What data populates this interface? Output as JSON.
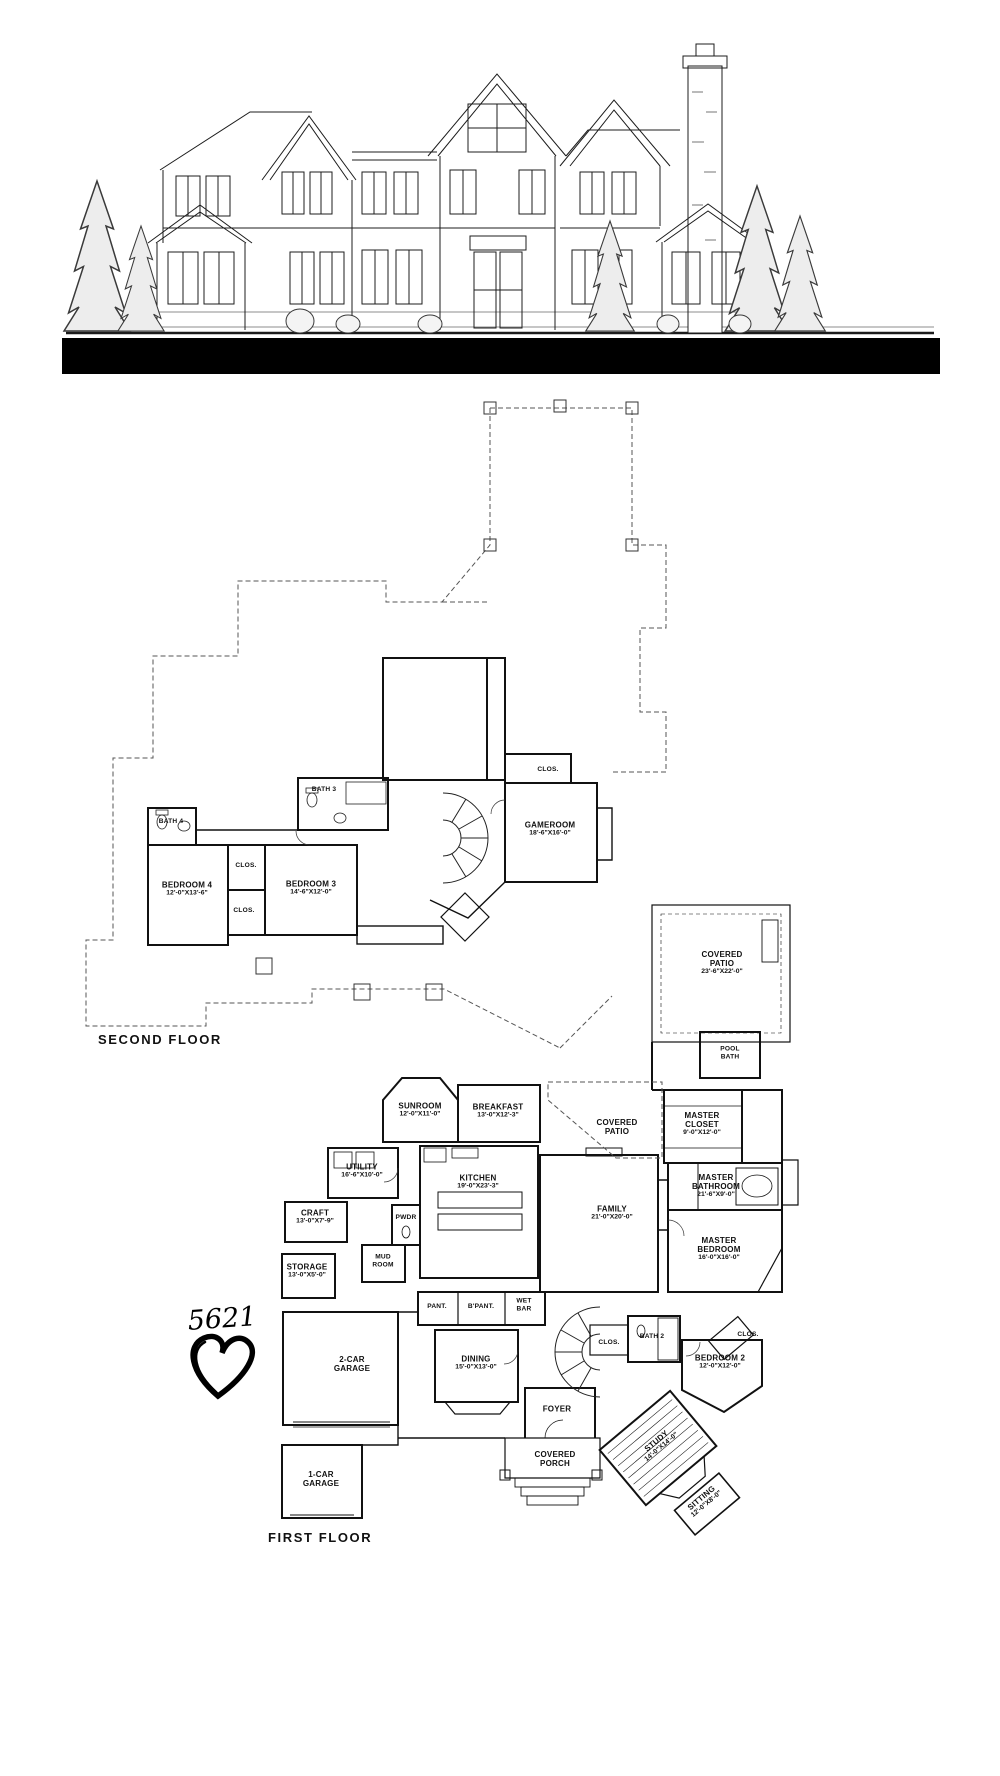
{
  "plan_number": "5621",
  "second_floor": {
    "label": "SECOND FLOOR",
    "rooms": [
      {
        "name": "BATH 4",
        "dims": ""
      },
      {
        "name": "BEDROOM 4",
        "dims": "12'-0\"X13'-6\""
      },
      {
        "name": "CLOS.",
        "dims": ""
      },
      {
        "name": "CLOS.",
        "dims": ""
      },
      {
        "name": "BEDROOM 3",
        "dims": "14'-6\"X12'-0\""
      },
      {
        "name": "BATH 3",
        "dims": ""
      },
      {
        "name": "CLOS.",
        "dims": ""
      },
      {
        "name": "GAMEROOM",
        "dims": "18'-6\"X16'-0\""
      }
    ]
  },
  "first_floor": {
    "label": "FIRST FLOOR",
    "rooms": [
      {
        "name": "COVERED PATIO",
        "dims": "23'-6\"X22'-0\""
      },
      {
        "name": "POOL BATH",
        "dims": ""
      },
      {
        "name": "SUNROOM",
        "dims": "12'-0\"X11'-0\""
      },
      {
        "name": "BREAKFAST",
        "dims": "13'-0\"X12'-3\""
      },
      {
        "name": "COVERED PATIO",
        "dims": ""
      },
      {
        "name": "MASTER CLOSET",
        "dims": "9'-0\"X12'-0\""
      },
      {
        "name": "UTILITY",
        "dims": "16'-6\"X10'-0\""
      },
      {
        "name": "KITCHEN",
        "dims": "19'-0\"X23'-3\""
      },
      {
        "name": "MASTER BATHROOM",
        "dims": "21'-6\"X9'-0\""
      },
      {
        "name": "CRAFT",
        "dims": "13'-0\"X7'-9\""
      },
      {
        "name": "PWDR",
        "dims": ""
      },
      {
        "name": "FAMILY",
        "dims": "21'-0\"X20'-0\""
      },
      {
        "name": "MASTER BEDROOM",
        "dims": "16'-0\"X16'-0\""
      },
      {
        "name": "MUD ROOM",
        "dims": ""
      },
      {
        "name": "STORAGE",
        "dims": "13'-0\"X5'-0\""
      },
      {
        "name": "PANT.",
        "dims": ""
      },
      {
        "name": "B'PANT.",
        "dims": ""
      },
      {
        "name": "WET BAR",
        "dims": ""
      },
      {
        "name": "2-CAR GARAGE",
        "dims": ""
      },
      {
        "name": "DINING",
        "dims": "15'-0\"X13'-0\""
      },
      {
        "name": "CLOS.",
        "dims": ""
      },
      {
        "name": "BATH 2",
        "dims": ""
      },
      {
        "name": "CLOS.",
        "dims": ""
      },
      {
        "name": "BEDROOM 2",
        "dims": "12'-0\"X12'-0\""
      },
      {
        "name": "FOYER",
        "dims": ""
      },
      {
        "name": "STUDY",
        "dims": "14'-0\"X14'-0\""
      },
      {
        "name": "1-CAR GARAGE",
        "dims": ""
      },
      {
        "name": "COVERED PORCH",
        "dims": ""
      },
      {
        "name": "SITTING",
        "dims": "12'-0\"X8'-0\""
      }
    ]
  }
}
